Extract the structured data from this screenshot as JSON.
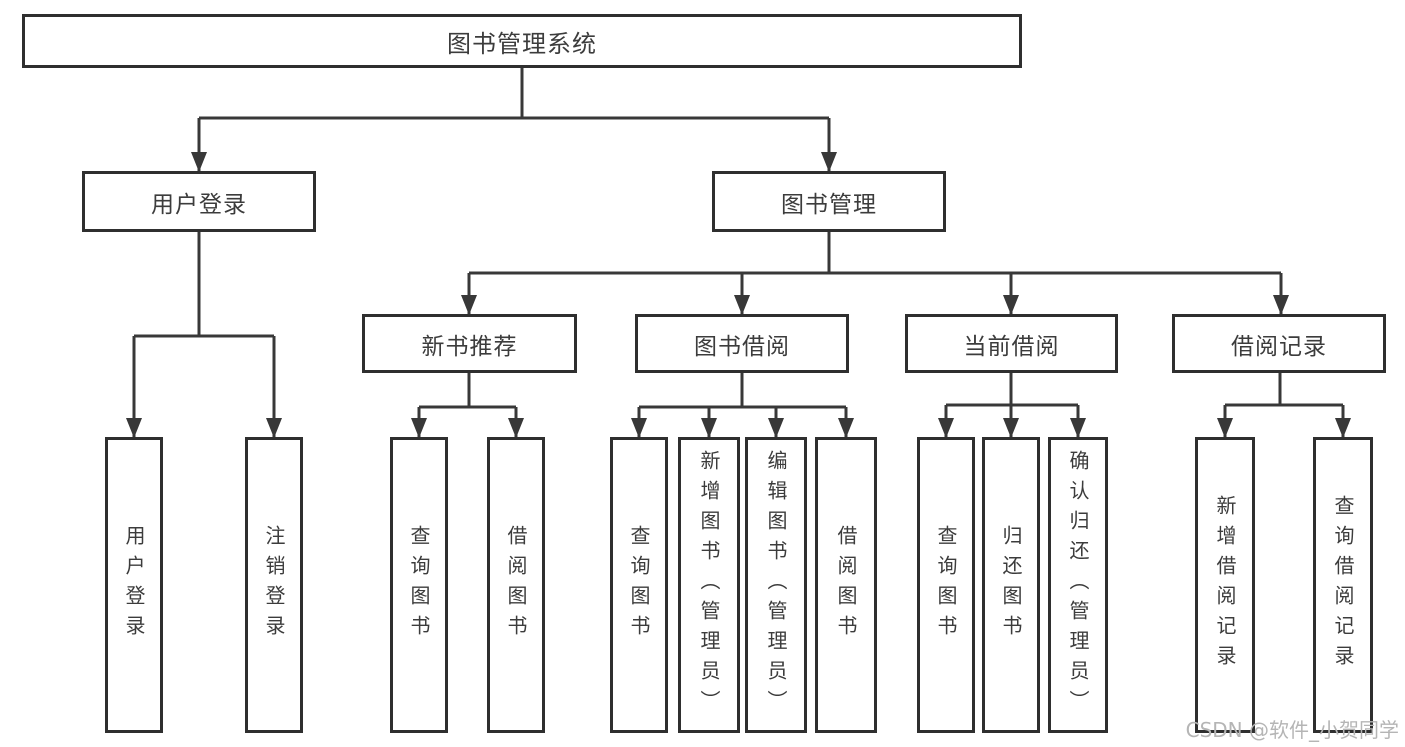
{
  "tree": {
    "root": "图书管理系统",
    "level2": {
      "user_login": "用户登录",
      "book_management": "图书管理"
    },
    "level3": {
      "new_book_rec": "新书推荐",
      "book_borrowing": "图书借阅",
      "current_borrowing": "当前借阅",
      "borrowing_records": "借阅记录"
    },
    "leaves": {
      "user_login": [
        "用户登录",
        "注销登录"
      ],
      "new_book_rec": [
        "查询图书",
        "借阅图书"
      ],
      "book_borrowing": [
        "查询图书",
        "新增图书（管理员）",
        "编辑图书（管理员）",
        "借阅图书"
      ],
      "current_borrowing": [
        "查询图书",
        "归还图书",
        "确认归还（管理员）"
      ],
      "borrowing_records": [
        "新增借阅记录",
        "查询借阅记录"
      ]
    }
  },
  "watermark": {
    "text": "CSDN @软件_小贺同学"
  },
  "colors": {
    "line": "#383838",
    "box_border": "#2f2f2f",
    "text": "#3c3c3c",
    "watermark": "#b5b5b5",
    "background": "#ffffff"
  }
}
